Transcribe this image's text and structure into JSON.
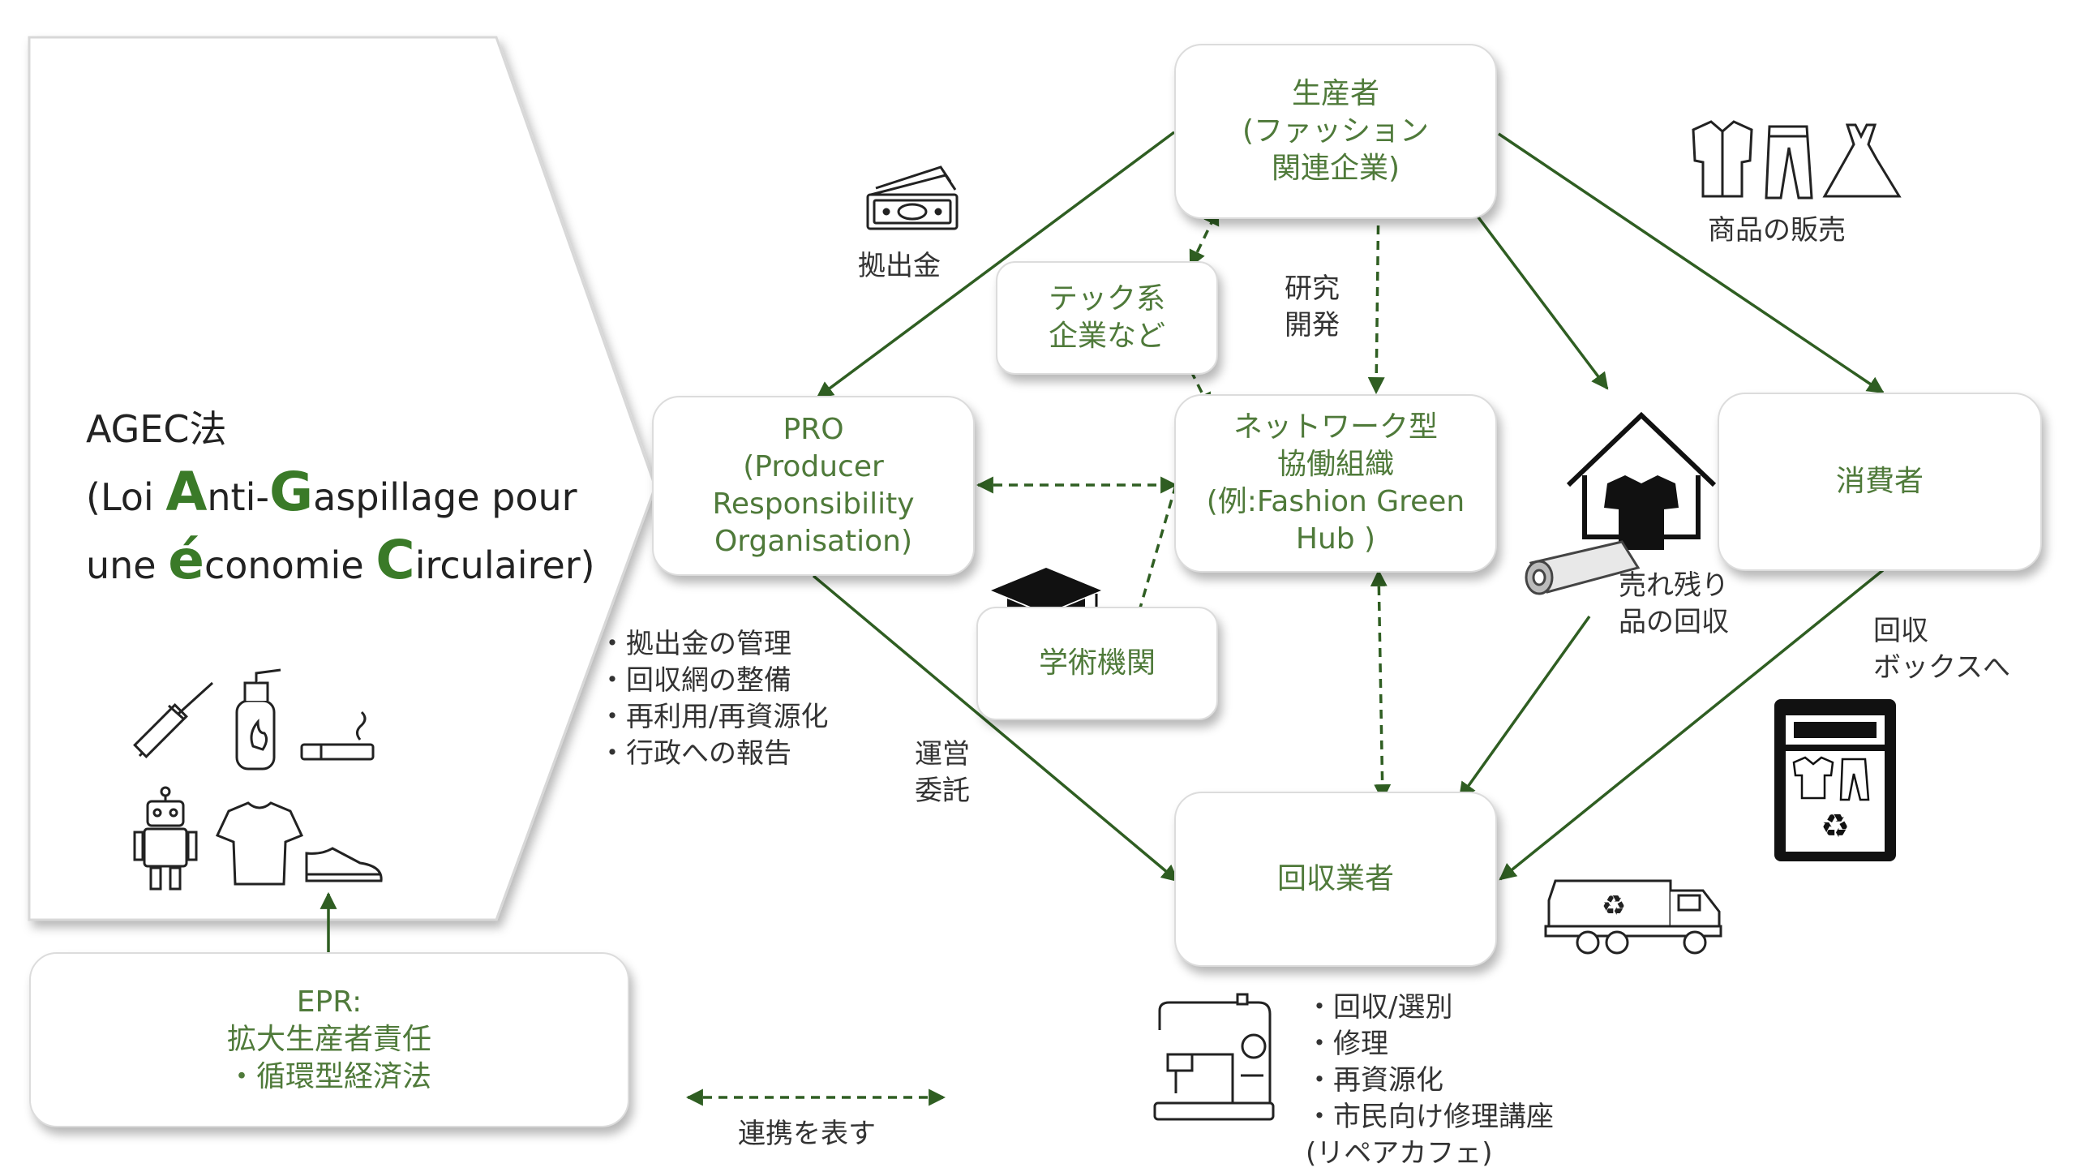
{
  "colors": {
    "accent": "#3a7a28",
    "node_text": "#4f7a3a",
    "arrow": "#2f5e22",
    "text": "#333333"
  },
  "agec": {
    "line1": "AGEC法",
    "line2_pre": "(Loi ",
    "line2_A": "A",
    "line2_mid": "nti-",
    "line2_G": "G",
    "line2_post": "aspillage pour",
    "line3_pre": "une ",
    "line3_e": "é",
    "line3_mid": "conomie ",
    "line3_C": "C",
    "line3_post": "irculairer)"
  },
  "epr": {
    "line1": "EPR:",
    "line2": "拡大生産者責任",
    "line3": "・循環型経済法"
  },
  "nodes": {
    "producer": {
      "line1": "生産者",
      "line2": "(ファッション",
      "line3": "関連企業)"
    },
    "tech": {
      "line1": "テック系",
      "line2": "企業など"
    },
    "pro": {
      "line1": "PRO",
      "line2": "(Producer",
      "line3": "Responsibility",
      "line4": "Organisation)"
    },
    "network": {
      "line1": "ネットワーク型",
      "line2": "協働組織",
      "line3": "(例:Fashion Green",
      "line4": "Hub )"
    },
    "consumer": {
      "line1": "消費者"
    },
    "academic": {
      "line1": "学術機関"
    },
    "collector": {
      "line1": "回収業者"
    }
  },
  "labels": {
    "contribution": "拠出金",
    "rnd_1": "研究",
    "rnd_2": "開発",
    "sales": "商品の販売",
    "pro_tasks": [
      "・拠出金の管理",
      "・回収網の整備",
      "・再利用/再資源化",
      "・行政への報告"
    ],
    "outsourcing_1": "運営",
    "outsourcing_2": "委託",
    "unsold_1": "売れ残り",
    "unsold_2": "品の回収",
    "box_1": "回収",
    "box_2": "ボックスへ",
    "collector_tasks": [
      "・回収/選別",
      "・修理",
      "・再資源化",
      "・市民向け修理講座",
      "(リペアカフェ)"
    ],
    "legend": "連携を表す"
  },
  "icons": [
    "money-icon",
    "shirt-icon",
    "pants-icon",
    "dress-icon",
    "graduation-cap-icon",
    "house-shirt-icon",
    "fabric-roll-icon",
    "collection-box-icon",
    "garbage-truck-icon",
    "sewing-machine-icon",
    "syringe-icon",
    "fire-extinguisher-icon",
    "cigarette-icon",
    "robot-icon",
    "tshirt-icon",
    "shoe-icon"
  ]
}
